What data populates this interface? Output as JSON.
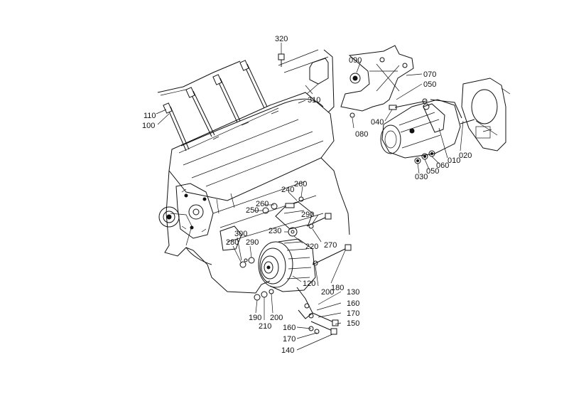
{
  "diagram": {
    "parts": {
      "p320": "320",
      "p310": "310",
      "p090": "090",
      "p070": "070",
      "p050a": "050",
      "p040": "040",
      "p080": "080",
      "p110": "110",
      "p100": "100",
      "p020": "020",
      "p010": "010",
      "p060": "060",
      "p050b": "050",
      "p030": "030",
      "p240": "240",
      "p260a": "260",
      "p260b": "260",
      "p250": "250",
      "p290a": "290",
      "p230": "230",
      "p220": "220",
      "p270": "270",
      "p300": "300",
      "p280": "280",
      "p290b": "290",
      "p120": "120",
      "p200a": "200",
      "p180": "180",
      "p130": "130",
      "p160a": "160",
      "p170a": "170",
      "p150": "150",
      "p190": "190",
      "p210": "210",
      "p200b": "200",
      "p160b": "160",
      "p170b": "170",
      "p140": "140"
    }
  }
}
